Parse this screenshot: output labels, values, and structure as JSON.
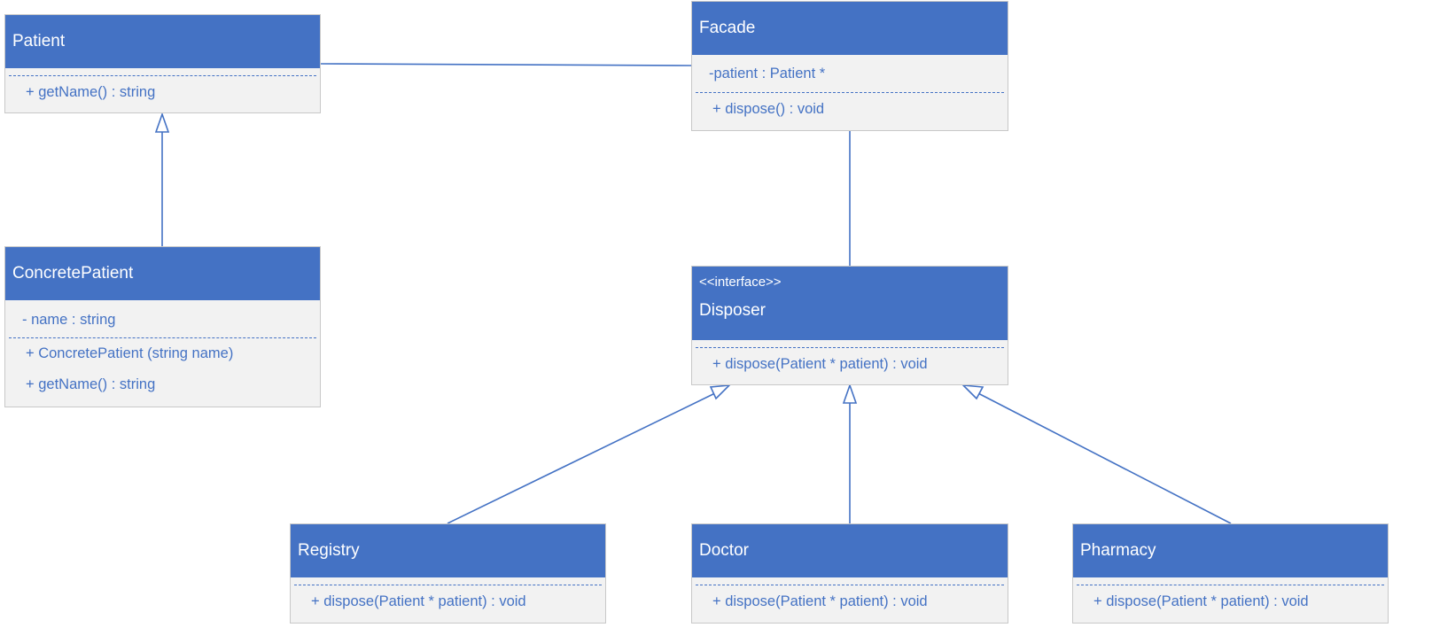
{
  "classes": {
    "patient": {
      "name": "Patient",
      "attributes": [],
      "operations": [
        "+ getName() : string"
      ]
    },
    "concrete_patient": {
      "name": "ConcretePatient",
      "attributes": [
        "- name : string"
      ],
      "operations": [
        "+ ConcretePatient (string name)",
        "+ getName() : string"
      ]
    },
    "facade": {
      "name": "Facade",
      "attributes": [
        "-patient : Patient *"
      ],
      "operations": [
        "+ dispose() : void"
      ]
    },
    "disposer": {
      "stereotype": "<<interface>>",
      "name": "Disposer",
      "attributes": [],
      "operations": [
        "+ dispose(Patient * patient) : void"
      ]
    },
    "registry": {
      "name": "Registry",
      "attributes": [],
      "operations": [
        "+ dispose(Patient * patient) : void"
      ]
    },
    "doctor": {
      "name": "Doctor",
      "attributes": [],
      "operations": [
        "+ dispose(Patient * patient) : void"
      ]
    },
    "pharmacy": {
      "name": "Pharmacy",
      "attributes": [],
      "operations": [
        "+ dispose(Patient * patient) : void"
      ]
    }
  },
  "relationships": [
    {
      "type": "inheritance",
      "from": "ConcretePatient",
      "to": "Patient"
    },
    {
      "type": "association",
      "from": "Patient",
      "to": "Facade"
    },
    {
      "type": "association",
      "from": "Facade",
      "to": "Disposer"
    },
    {
      "type": "inheritance",
      "from": "Registry",
      "to": "Disposer"
    },
    {
      "type": "inheritance",
      "from": "Doctor",
      "to": "Disposer"
    },
    {
      "type": "inheritance",
      "from": "Pharmacy",
      "to": "Disposer"
    }
  ],
  "colors": {
    "header_fill": "#4472c4",
    "body_fill": "#f2f2f2",
    "line": "#4472c4",
    "header_text": "#ffffff",
    "body_text": "#4472c4"
  }
}
